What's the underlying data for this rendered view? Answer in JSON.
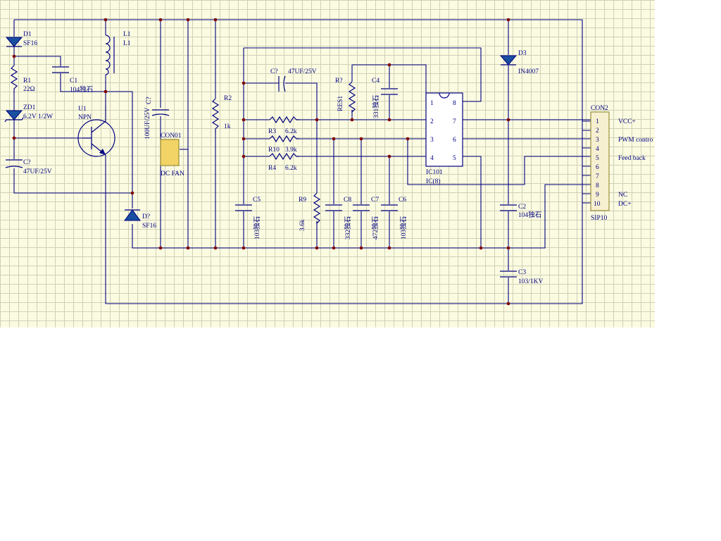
{
  "components": {
    "d1": {
      "ref": "D1",
      "value": "SF16"
    },
    "r1": {
      "ref": "R1",
      "value": "22Ω"
    },
    "zd1": {
      "ref": "ZD1",
      "value": "6.2V 1/2W"
    },
    "c_in": {
      "ref": "C?",
      "value": "47UF/25V"
    },
    "c1": {
      "ref": "C1",
      "value": "104独石"
    },
    "l1": {
      "ref": "L1",
      "value": "L1"
    },
    "u1": {
      "ref": "U1",
      "value": "NPN"
    },
    "d_out": {
      "ref": "D?",
      "value": "SF16"
    },
    "c_fan": {
      "value": "100UF/25V",
      "ref": "C?"
    },
    "con01": {
      "ref": "CON01",
      "value": "DC FAN"
    },
    "r2": {
      "ref": "R2",
      "value": "1k"
    },
    "c_mid": {
      "ref": "C?",
      "value": "47UF/25V"
    },
    "r3": {
      "ref": "R3",
      "value": "6.2k"
    },
    "r10": {
      "ref": "R10",
      "value": "3.9k"
    },
    "r4": {
      "ref": "R4",
      "value": "6.2k"
    },
    "c5": {
      "ref": "C5",
      "value": "103独石"
    },
    "r9": {
      "ref": "R9",
      "value": "3.6k"
    },
    "res1": {
      "ref": "R?",
      "value": "RES1"
    },
    "c4": {
      "ref": "C4",
      "value": "331独石"
    },
    "c8": {
      "ref": "C8",
      "value": "332独石"
    },
    "c7": {
      "ref": "C7",
      "value": "472独石"
    },
    "c6": {
      "ref": "C6",
      "value": "103独石"
    },
    "ic101": {
      "ref": "IC101",
      "value": "IC(8)",
      "pins_left": [
        "1",
        "2",
        "3",
        "4"
      ],
      "pins_right": [
        "8",
        "7",
        "6",
        "5"
      ]
    },
    "d3": {
      "ref": "D3",
      "value": "IN4007"
    },
    "c2": {
      "ref": "C2",
      "value": "104独石"
    },
    "c3": {
      "ref": "C3",
      "value": "103/1KV"
    },
    "con2": {
      "ref": "CON2",
      "value": "SIP10",
      "pins": [
        "1",
        "2",
        "3",
        "4",
        "5",
        "6",
        "7",
        "8",
        "9",
        "10"
      ]
    }
  },
  "net_labels": {
    "vcc": "VCC+",
    "pwm": "PWM contro",
    "feedback": "Feed back",
    "nc": "NC",
    "dc": "DC+"
  },
  "colors": {
    "background": "#fbfbe2",
    "grid": "#cfd0b6",
    "wire": "#000080",
    "junction": "#800000",
    "component_fill": "#f2d466",
    "diode_fill": "#1a4fa0"
  }
}
